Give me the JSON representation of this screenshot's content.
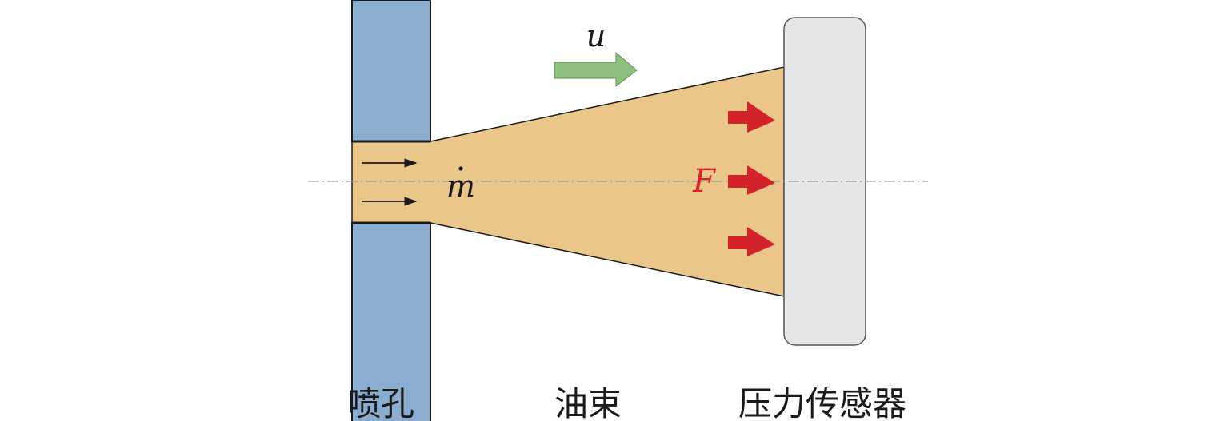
{
  "colors": {
    "nozzle_wall": "#8BADCF",
    "oil_beam": "#EBC68A",
    "sensor": "#E6E6E8",
    "velocity_arrow": "#8DC07E",
    "force_arrow": "#D2232A",
    "force_label": "#D2232A",
    "outline": "#1a1a1a"
  },
  "symbols": {
    "velocity": "u",
    "mass_flow": "m",
    "force": "F"
  },
  "labels": {
    "nozzle": "喷孔",
    "oil_beam": "油束",
    "pressure_sensor": "压力传感器"
  },
  "icons": {
    "velocity_arrow": "block-arrow-right",
    "force_arrow": "block-arrow-right",
    "flow_arrow": "line-arrow-right"
  }
}
